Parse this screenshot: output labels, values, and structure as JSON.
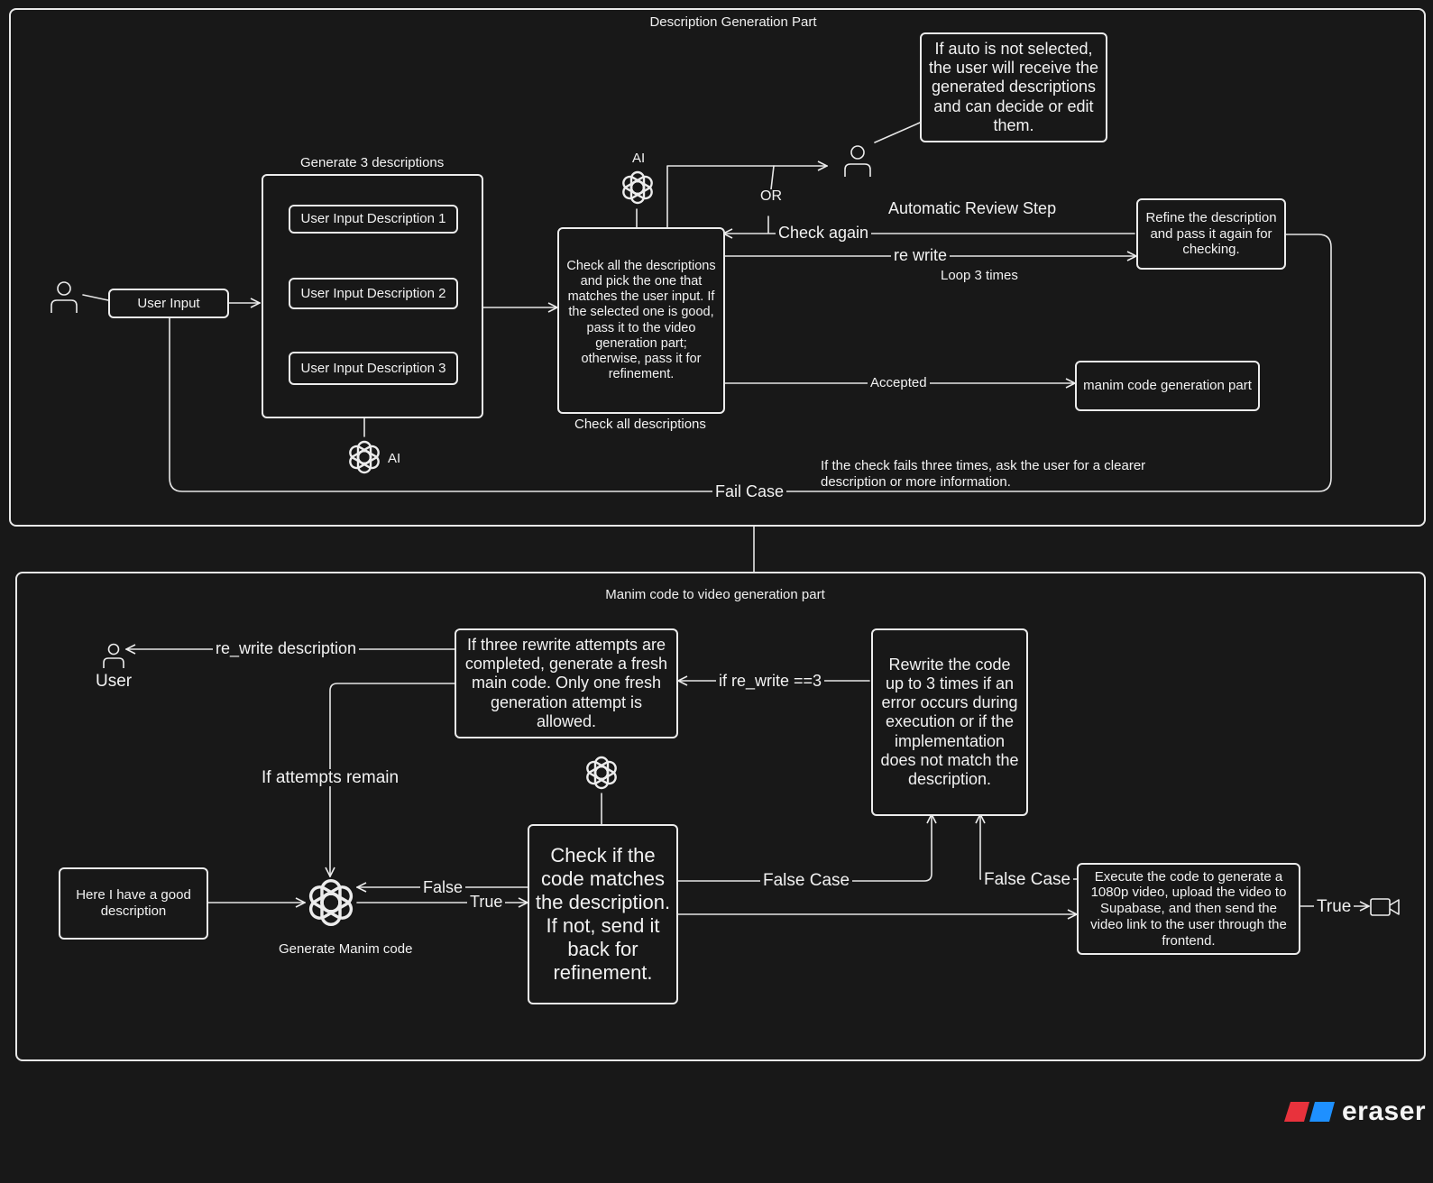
{
  "top_section": {
    "title": "Description Generation Part",
    "user_input": "User Input",
    "group_title": "Generate 3 descriptions",
    "descriptions": [
      "User Input Description 1",
      "User Input Description 2",
      "User Input Description 3"
    ],
    "ai_label_bottom": "AI",
    "ai_label_top": "AI",
    "check_text": "Check all the descriptions and pick the one that matches the user input. If the selected one is good, pass it to the video generation part; otherwise, pass it for refinement.",
    "check_caption": "Check all descriptions",
    "or_label": "OR",
    "auto_note": "If auto is not selected, the user will receive the generated descriptions and can decide or edit them.",
    "review_step": "Automatic Review Step",
    "check_again": "Check again",
    "re_write": "re write",
    "loop": "Loop 3 times",
    "refine": "Refine the description and pass it again for checking.",
    "accepted": "Accepted",
    "manim_part": "manim code generation part",
    "fail_case": "Fail Case",
    "fail_note": "If the check fails three times, ask the user for a clearer description or more information."
  },
  "bottom_section": {
    "title": "Manim code to video generation part",
    "user_label": "User",
    "re_write_description": "re_write description",
    "three_attempts": "If three rewrite attempts are completed, generate a fresh main code. Only one fresh generation attempt is allowed.",
    "if_rewrite": "if re_write ==3",
    "rewrite_code": "Rewrite the code up to 3 times if an error occurs during execution or if the implementation does not match the description.",
    "attempts_remain": "If attempts remain",
    "good_description": "Here I have a good description",
    "generate_manim": "Generate Manim code",
    "false_label": "False",
    "true_label": "True",
    "check_code": "Check if the code matches the description. If not, send it back for refinement.",
    "false_case_1": "False Case",
    "false_case_2": "False Case",
    "execute": "Execute the code to generate a 1080p video, upload the video to Supabase, and then send the video link to the user through the frontend.",
    "true_end": "True"
  },
  "brand": {
    "name": "eraser",
    "colors": [
      "#e8323c",
      "#1e90ff"
    ]
  },
  "icons": [
    "person-icon",
    "openai-logo-icon",
    "video-camera-icon"
  ]
}
